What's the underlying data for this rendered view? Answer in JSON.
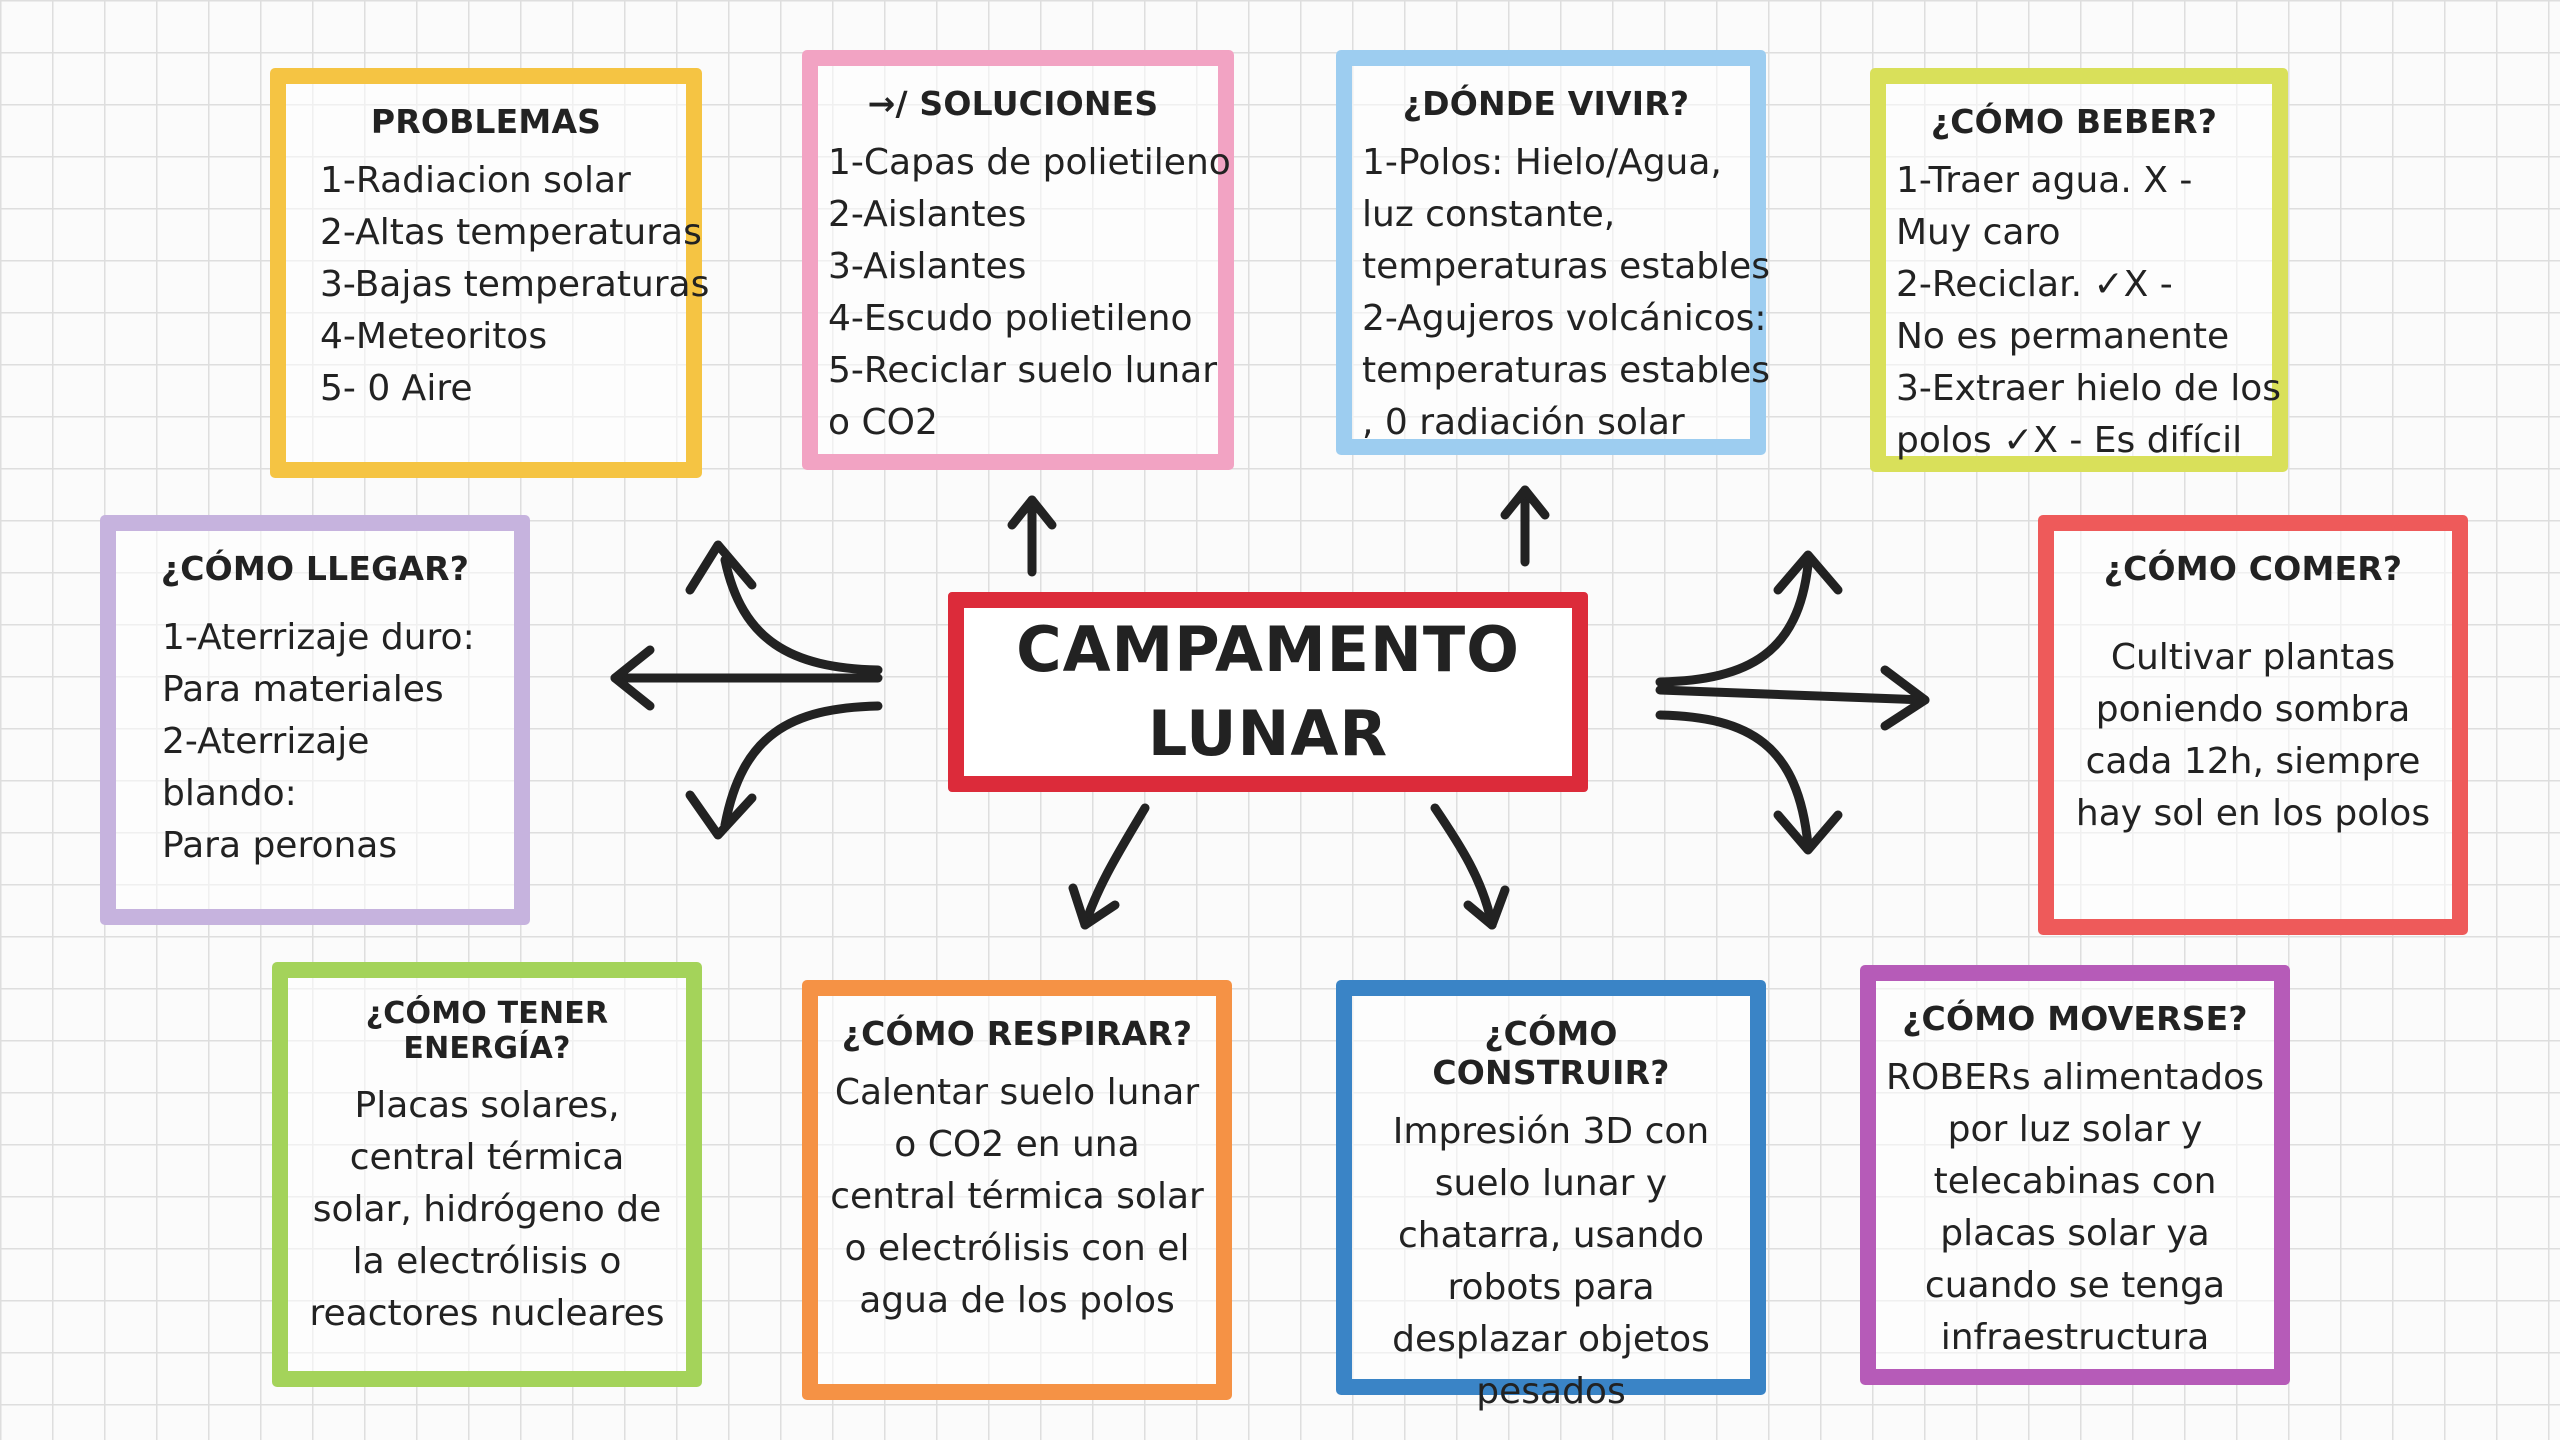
{
  "title": {
    "line1": "CAMPAMENTO",
    "line2": "LUNAR"
  },
  "boxes": {
    "problemas": {
      "title": "PROBLEMAS",
      "color": "#f5c443",
      "lines": [
        "1-Radiacion solar",
        "2-Altas temperaturas",
        "3-Bajas temperaturas",
        "4-Meteoritos",
        "5- 0 Aire"
      ]
    },
    "soluciones": {
      "title": "→/ SOLUCIONES",
      "color": "#f2a3c3",
      "lines": [
        "1-Capas de polietileno",
        "2-Aislantes",
        "3-Aislantes",
        "4-Escudo polietileno",
        "5-Reciclar suelo lunar",
        "o CO2"
      ]
    },
    "donde_vivir": {
      "title": "¿DÓNDE VIVIR?",
      "color": "#9dcdf0",
      "lines": [
        "1-Polos: Hielo/Agua,",
        "luz constante,",
        "temperaturas estables",
        "2-Agujeros volcánicos:",
        "temperaturas estables",
        ", 0 radiación solar"
      ]
    },
    "como_beber": {
      "title": "¿CÓMO BEBER?",
      "color": "#d9e05a",
      "lines": [
        "1-Traer agua. X -",
        "Muy caro",
        "2-Reciclar. ✓X -",
        "No es permanente",
        "3-Extraer hielo de los",
        "polos ✓X - Es difícil"
      ]
    },
    "como_llegar": {
      "title": "¿CÓMO LLEGAR?",
      "color": "#c6b3de",
      "lines": [
        "1-Aterrizaje duro:",
        "Para materiales",
        "2-Aterrizaje",
        "blando:",
        "Para peronas"
      ]
    },
    "como_comer": {
      "title": "¿CÓMO COMER?",
      "color": "#ee5a5a",
      "text": "Cultivar plantas poniendo sombra cada 12h, siempre hay sol en los polos"
    },
    "energia": {
      "title": "¿CÓMO TENER ENERGÍA?",
      "color": "#a4d35a",
      "text": "Placas solares, central térmica solar, hidrógeno de la electrólisis o reactores nucleares"
    },
    "respirar": {
      "title": "¿CÓMO RESPIRAR?",
      "color": "#f59245",
      "text": "Calentar suelo lunar o CO2 en una central térmica solar o electrólisis con el agua de los polos"
    },
    "construir": {
      "title": "¿CÓMO CONSTRUIR?",
      "color": "#3a84c6",
      "text": "Impresión 3D con suelo lunar y chatarra, usando robots para desplazar objetos pesados"
    },
    "moverse": {
      "title": "¿CÓMO MOVERSE?",
      "color": "#b65bb8",
      "text": "ROBERs alimentados por luz solar y telecabinas con placas solar ya cuando se tenga infraestructura"
    }
  },
  "colors": {
    "center_border": "#dc2b3a",
    "arrow": "#222222",
    "grid": "#dedede"
  }
}
